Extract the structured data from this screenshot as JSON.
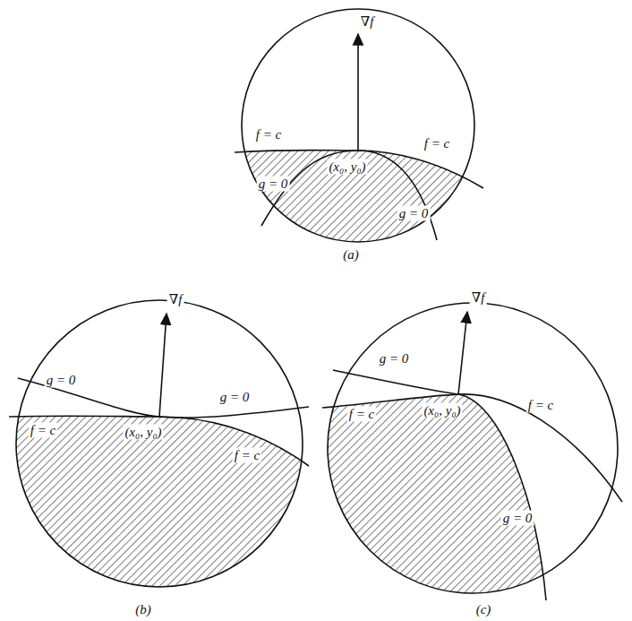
{
  "diagram": {
    "labels": [
      "∇f",
      "f = c",
      "f = c",
      "g = 0",
      "g = 0",
      "(x₀, y₀)",
      "(a)",
      "∇f",
      "g = 0",
      "g = 0",
      "f = c",
      "f = c",
      "(x₀, y₀)",
      "(b)",
      "∇f",
      "g = 0",
      "f = c",
      "f = c",
      "g = 0",
      "(x₀, y₀)",
      "(c)"
    ]
  }
}
